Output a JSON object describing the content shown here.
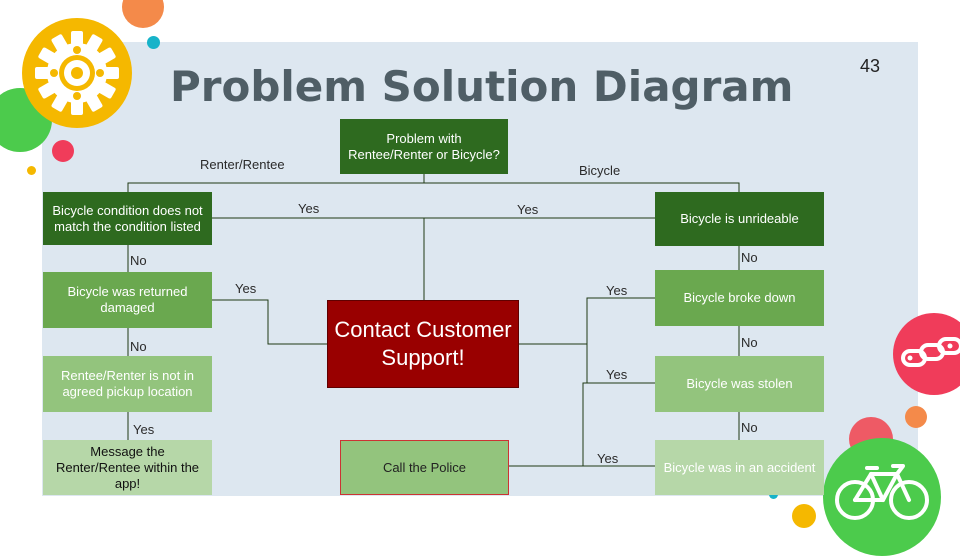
{
  "slide": {
    "title": "Problem Solution Diagram",
    "page_number": "43"
  },
  "nodes": {
    "start": "Problem with Rentee/Renter or Bicycle?",
    "left1": "Bicycle condition does not match the condition listed",
    "left2": "Bicycle was returned damaged",
    "left3": "Rentee/Renter is not in agreed pickup location",
    "left4": "Message the Renter/Rentee within the app!",
    "right1": "Bicycle is unrideable",
    "right2": "Bicycle broke down",
    "right3": "Bicycle was stolen",
    "right4": "Bicycle was in an accident",
    "contact": "Contact Customer Support!",
    "police": "Call the Police"
  },
  "edge_labels": {
    "renter_rentee": "Renter/Rentee",
    "bicycle": "Bicycle",
    "yes_left1": "Yes",
    "yes_right1": "Yes",
    "no_left1": "No",
    "yes_left2": "Yes",
    "no_left2": "No",
    "yes_left3": "Yes",
    "no_right1": "No",
    "yes_right2": "Yes",
    "no_right2": "No",
    "yes_right3": "Yes",
    "no_right3": "No",
    "yes_right4": "Yes"
  },
  "colors": {
    "panel": "#dde7f0",
    "dark_green": "#2e6a1f",
    "mid_green": "#6aa84f",
    "light_green": "#93c47d",
    "pale_green": "#b6d7a8",
    "contact_red": "#990000",
    "title": "#4f5e66"
  },
  "decorations": {
    "gear_icon": "gear-icon",
    "chain_icon": "chain-icon",
    "bicycle_icon": "bicycle-icon"
  }
}
